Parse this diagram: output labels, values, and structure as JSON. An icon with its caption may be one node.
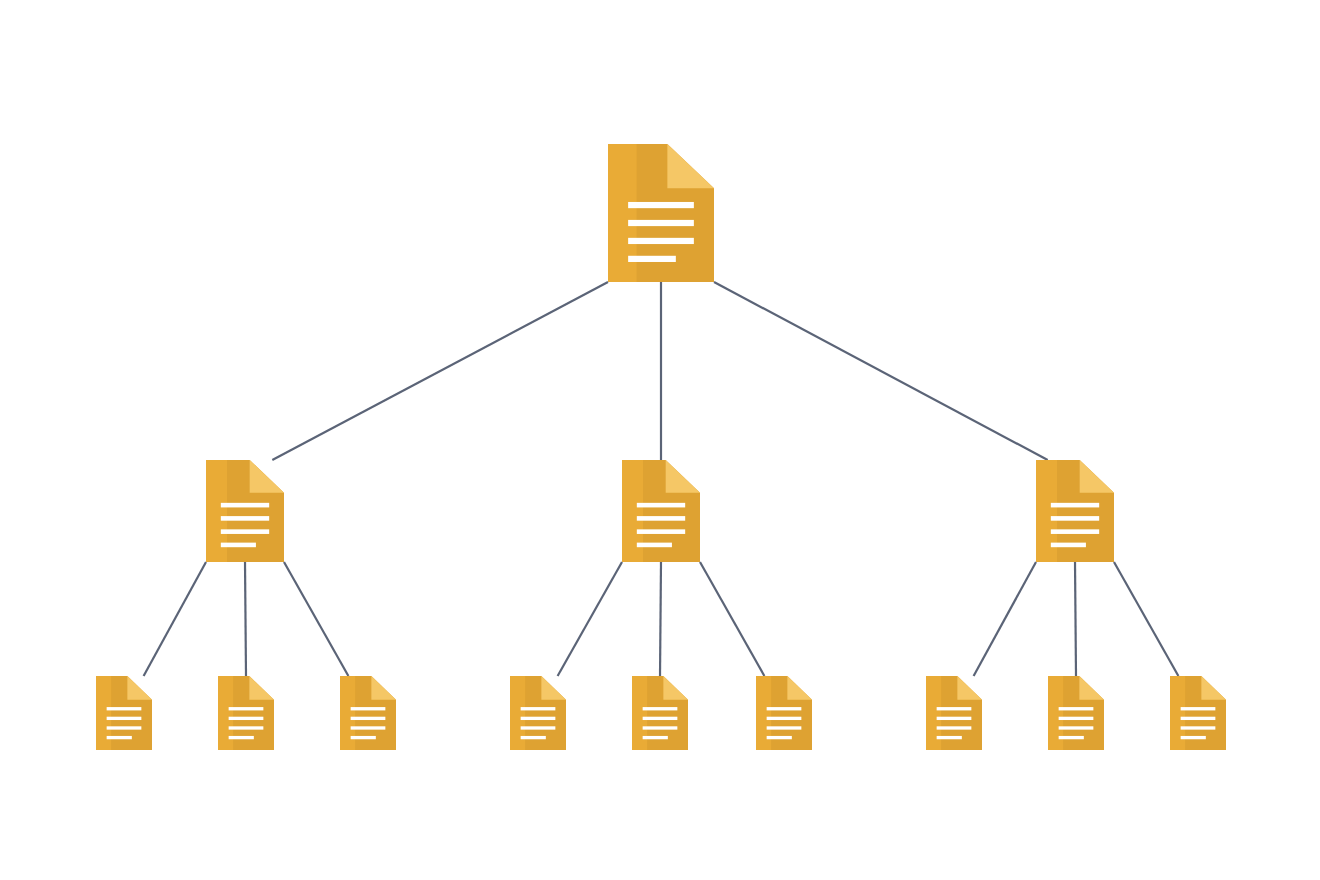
{
  "diagram": {
    "nodes": [
      {
        "text": [],
        "shape": "document"
      },
      {
        "text": [],
        "shape": "document"
      },
      {
        "text": [],
        "shape": "document"
      },
      {
        "text": [],
        "shape": "document"
      },
      {
        "text": [],
        "shape": "document"
      },
      {
        "text": [],
        "shape": "document"
      },
      {
        "text": [],
        "shape": "document"
      },
      {
        "text": [],
        "shape": "document"
      },
      {
        "text": [],
        "shape": "document"
      },
      {
        "text": [],
        "shape": "document"
      },
      {
        "text": [],
        "shape": "document"
      },
      {
        "text": [],
        "shape": "document"
      },
      {
        "text": [],
        "shape": "document"
      }
    ],
    "edges": [
      {
        "from": 0,
        "to": 1,
        "arrow": "none"
      },
      {
        "from": 0,
        "to": 2,
        "arrow": "none"
      },
      {
        "from": 0,
        "to": 3,
        "arrow": "none"
      },
      {
        "from": 1,
        "to": 4,
        "arrow": "none"
      },
      {
        "from": 1,
        "to": 5,
        "arrow": "none"
      },
      {
        "from": 1,
        "to": 6,
        "arrow": "none"
      },
      {
        "from": 2,
        "to": 7,
        "arrow": "none"
      },
      {
        "from": 2,
        "to": 8,
        "arrow": "none"
      },
      {
        "from": 2,
        "to": 9,
        "arrow": "none"
      },
      {
        "from": 3,
        "to": 10,
        "arrow": "none"
      },
      {
        "from": 3,
        "to": 11,
        "arrow": "none"
      },
      {
        "from": 3,
        "to": 12,
        "arrow": "none"
      }
    ]
  }
}
